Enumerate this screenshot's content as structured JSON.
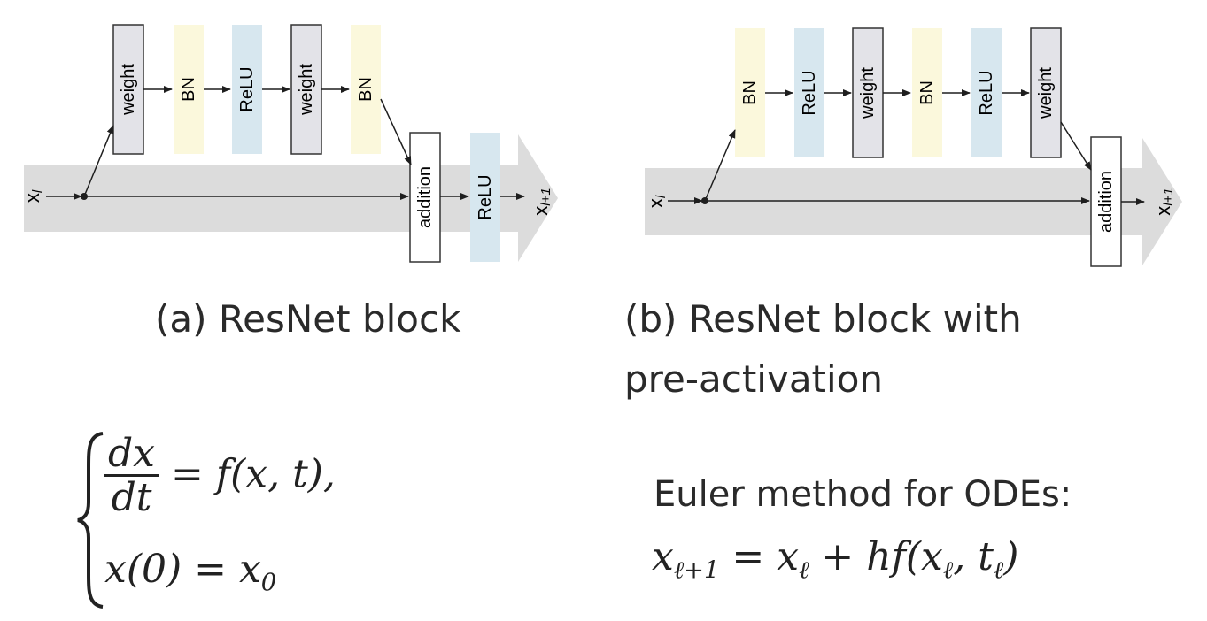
{
  "diagram_a": {
    "blocks": [
      "weight",
      "BN",
      "ReLU",
      "weight",
      "BN"
    ],
    "addition": "addition",
    "post_relu": "ReLU",
    "input_label": "x",
    "input_sub": "l",
    "output_label": "x",
    "output_sub": "l+1"
  },
  "diagram_b": {
    "blocks": [
      "BN",
      "ReLU",
      "weight",
      "BN",
      "ReLU",
      "weight"
    ],
    "addition": "addition",
    "input_label": "x",
    "input_sub": "l",
    "output_label": "x",
    "output_sub": "l+1"
  },
  "captions": {
    "a": "(a) ResNet block",
    "b_line1": "(b) ResNet block with",
    "b_line2": "pre-activation"
  },
  "ode": {
    "num": "dx",
    "den": "dt",
    "rhs": "= f(x, t),",
    "init_lhs": "x(0) = x",
    "init_sub": "0"
  },
  "euler": {
    "title": "Euler method for ODEs:",
    "x": "x",
    "sub_next": "ℓ+1",
    "eq": " = ",
    "x2": "x",
    "sub_l": "ℓ",
    "plus": " + hf(x",
    "sub_l2": "ℓ",
    "comma": ", t",
    "sub_l3": "ℓ",
    "close": ")"
  },
  "colors": {
    "weight_fill": "#e3e3e8",
    "bn_fill": "#fbf8dc",
    "relu_fill": "#d7e7ef",
    "stream": "#dcdcdc",
    "line": "#1e1e1e"
  }
}
